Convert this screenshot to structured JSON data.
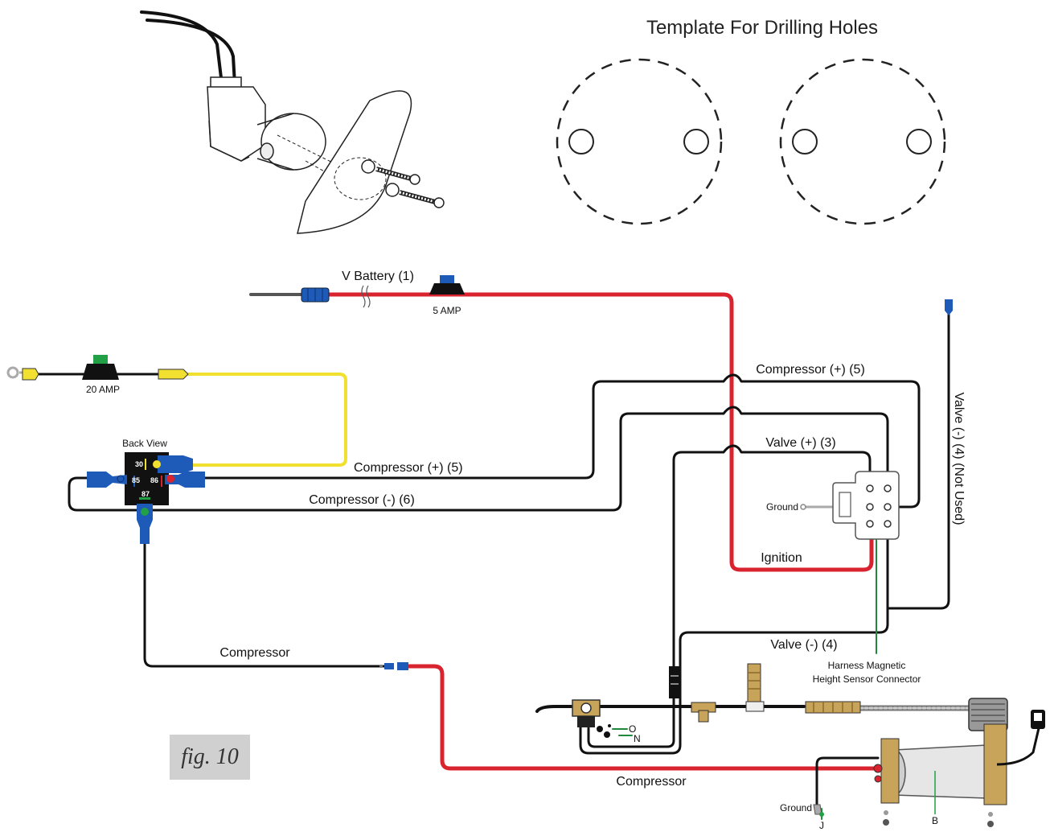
{
  "template": {
    "title": "Template For Drilling Holes"
  },
  "wires": {
    "v_battery": "V Battery (1)",
    "fuse_5": "5 AMP",
    "fuse_20": "20 AMP",
    "back_view": "Back View",
    "comp_pos_top": "Compressor (+) (5)",
    "comp_pos_left": "Compressor (+)",
    "comp_pos_left_num": "(5)",
    "comp_neg": "Compressor (-) (6)",
    "valve_pos": "Valve (+) (3)",
    "valve_neg_4": "Valve (-) (4)",
    "valve_neg_not_used": "Valve (-) (4) (Not Used)",
    "ignition": "Ignition",
    "ground_connector": "Ground",
    "compressor_upper": "Compressor",
    "compressor_lower": "Compressor",
    "harness_line1": "Harness Magnetic",
    "harness_line2": "Height Sensor Connector",
    "ground_bottom": "Ground"
  },
  "relay": {
    "pin30": "30",
    "pin85": "85",
    "pin86": "86",
    "pin87": "87"
  },
  "callouts": {
    "o": "O",
    "n": "N",
    "j": "J",
    "b": "B"
  },
  "figure": {
    "label": "fig. 10"
  },
  "colors": {
    "power": "#d9232e",
    "signal": "#f2e030",
    "ground": "#111111",
    "connector": "#1e5bb8",
    "sensor": "#1f8a3c"
  }
}
